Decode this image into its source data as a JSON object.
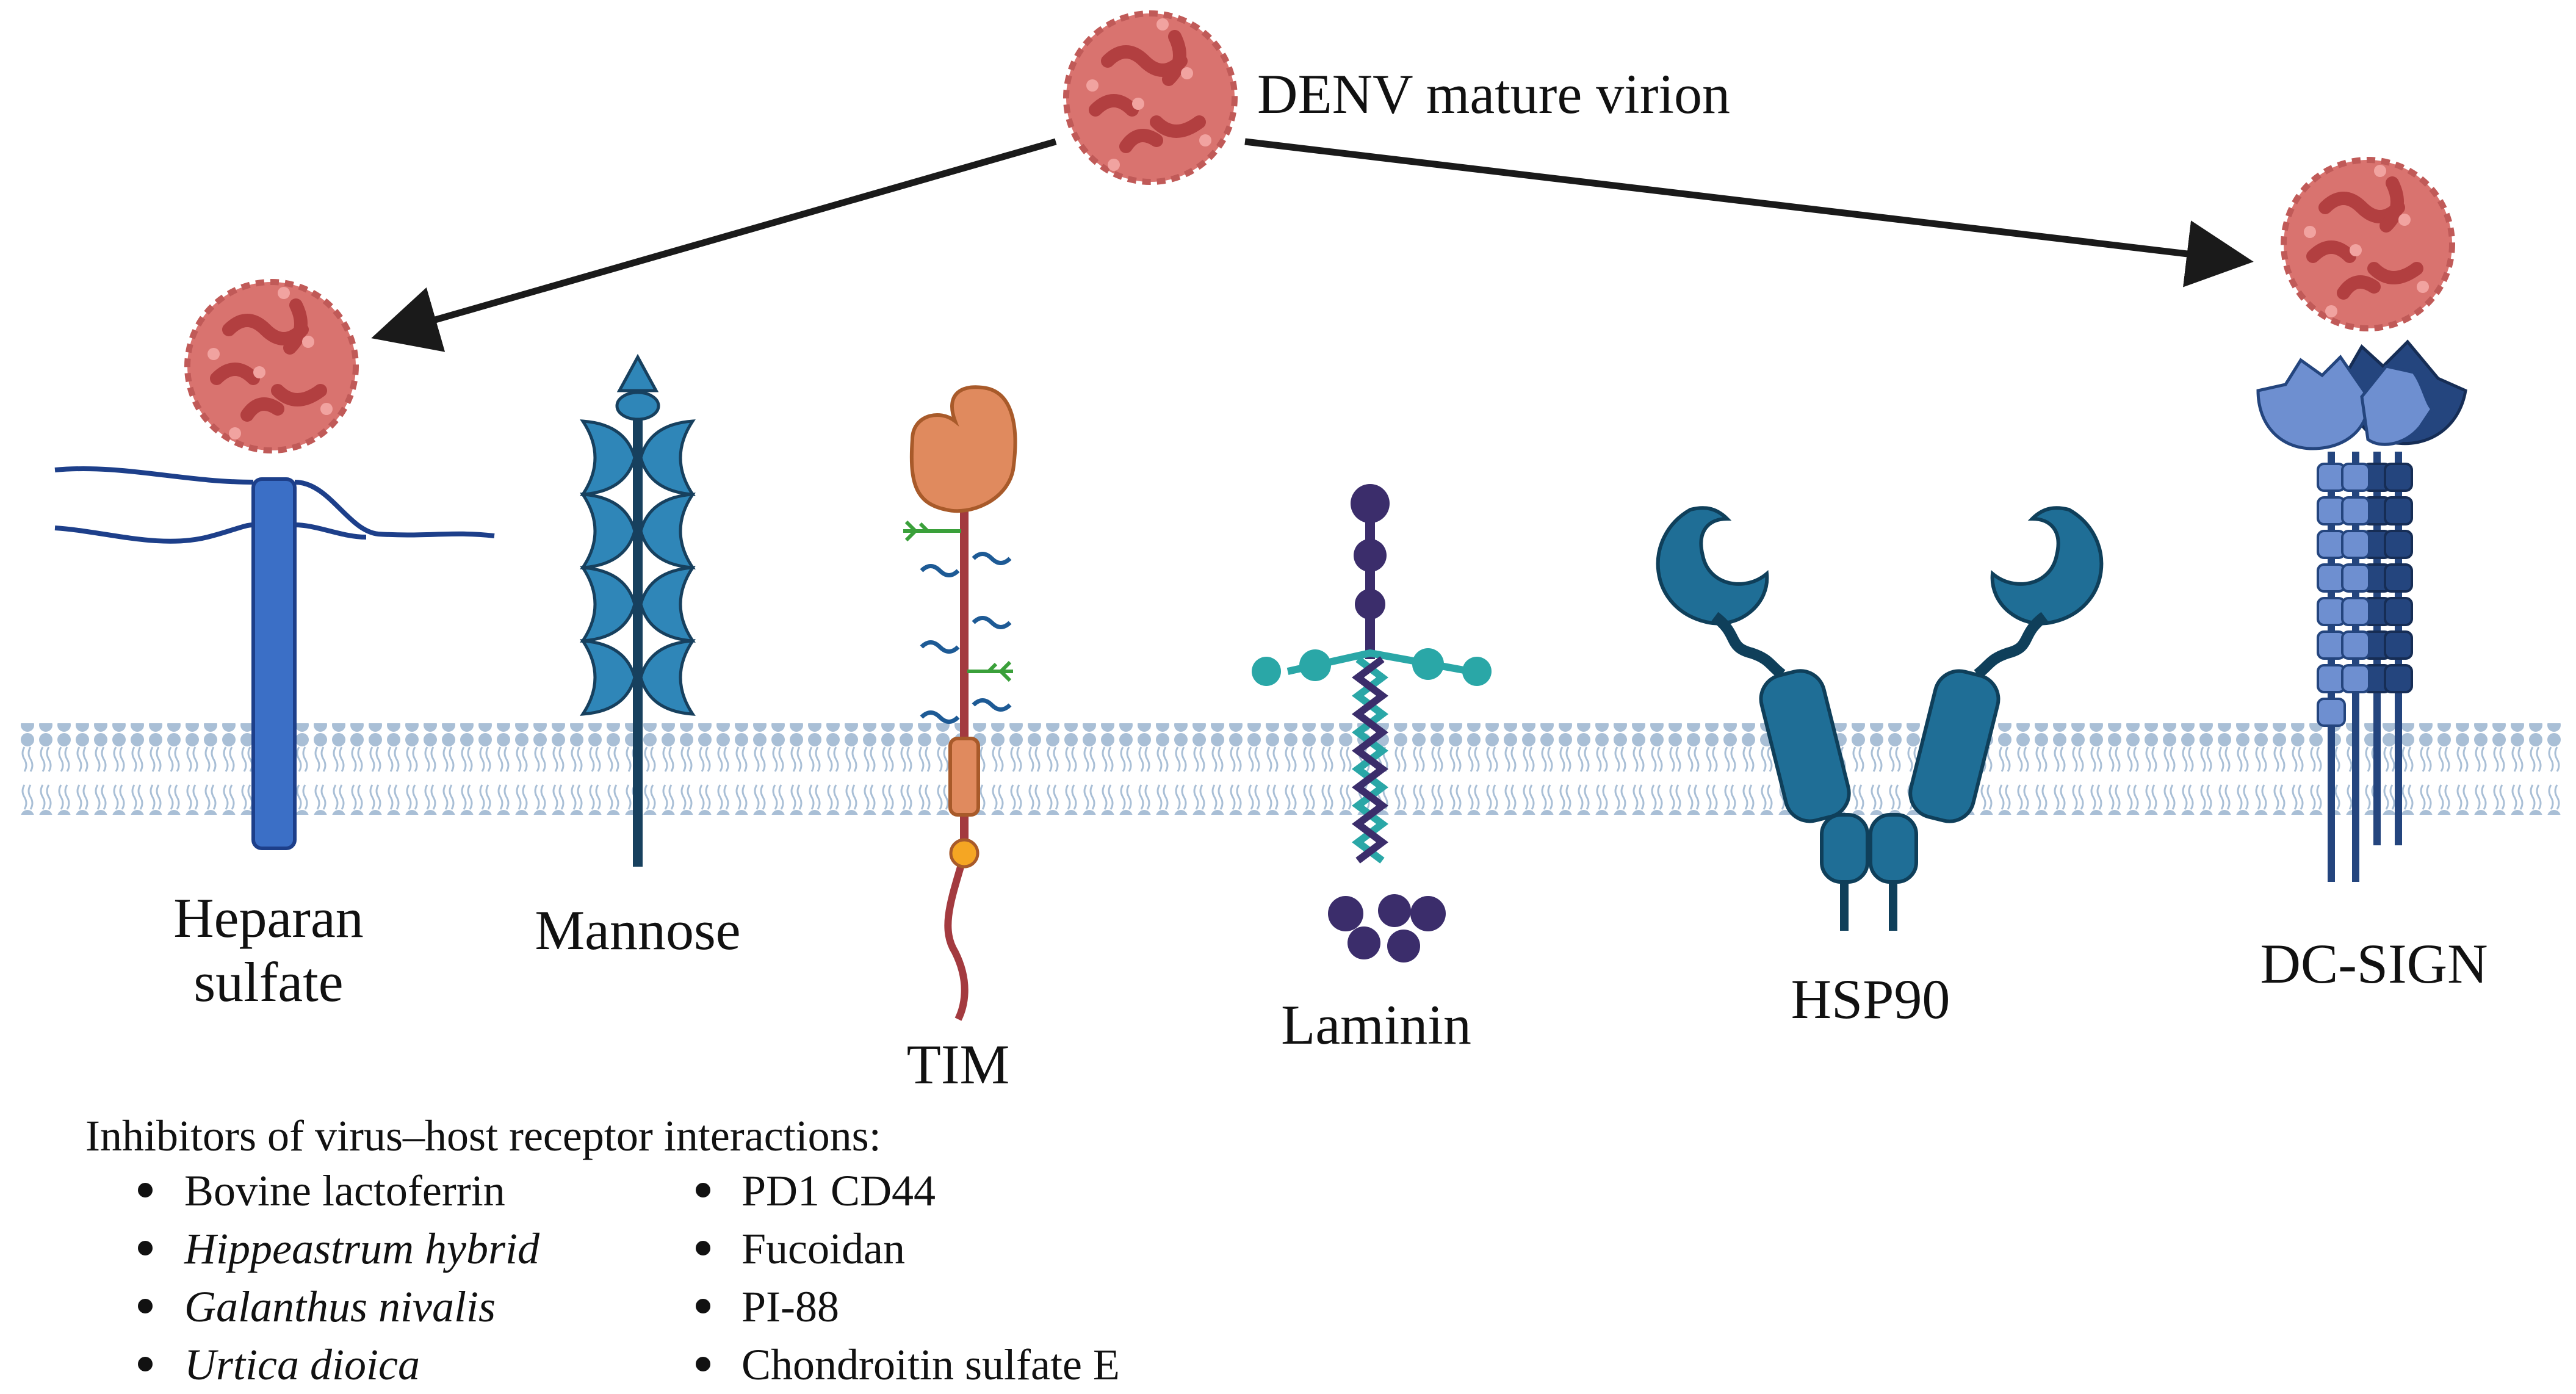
{
  "virion_label": "DENV mature virion",
  "receptors": [
    {
      "id": "heparan",
      "label_lines": [
        "Heparan",
        "sulfate"
      ]
    },
    {
      "id": "mannose",
      "label_lines": [
        "Mannose"
      ]
    },
    {
      "id": "tim",
      "label_lines": [
        "TIM"
      ]
    },
    {
      "id": "laminin",
      "label_lines": [
        "Laminin"
      ]
    },
    {
      "id": "hsp90",
      "label_lines": [
        "HSP90"
      ]
    },
    {
      "id": "dcsign",
      "label_lines": [
        "DC-SIGN"
      ]
    }
  ],
  "inhibitors": {
    "title": "Inhibitors of virus–host receptor interactions:",
    "left_column": [
      {
        "text": "Bovine lactoferrin",
        "italic": false
      },
      {
        "text": "Hippeastrum hybrid",
        "italic": true
      },
      {
        "text": "Galanthus nivalis",
        "italic": true
      },
      {
        "text": "Urtica dioica",
        "italic": true
      }
    ],
    "right_column": [
      {
        "text": "PD1 CD44",
        "italic": false
      },
      {
        "text": "Fucoidan",
        "italic": false
      },
      {
        "text": "PI-88",
        "italic": false
      },
      {
        "text": "Chondroitin sulfate E",
        "italic": false
      }
    ]
  },
  "colors": {
    "virion_fill": "#d9736f",
    "virion_dark": "#b94a49",
    "membrane": "#a9bfd6",
    "heparan_blue": "#3b6fc6",
    "heparan_chain": "#1d3f8a",
    "mannose_blue": "#2f86b8",
    "stalk_dark": "#17405e",
    "tim_orange": "#e08a5e",
    "tim_stalk": "#a33a3f",
    "laminin_purple": "#3b2d6b",
    "laminin_teal": "#2aa7a7",
    "hsp_blue": "#1f6e96",
    "dcsign_light": "#6e8fd0",
    "dcsign_dark": "#24457e",
    "arrow": "#1a1a1a"
  }
}
